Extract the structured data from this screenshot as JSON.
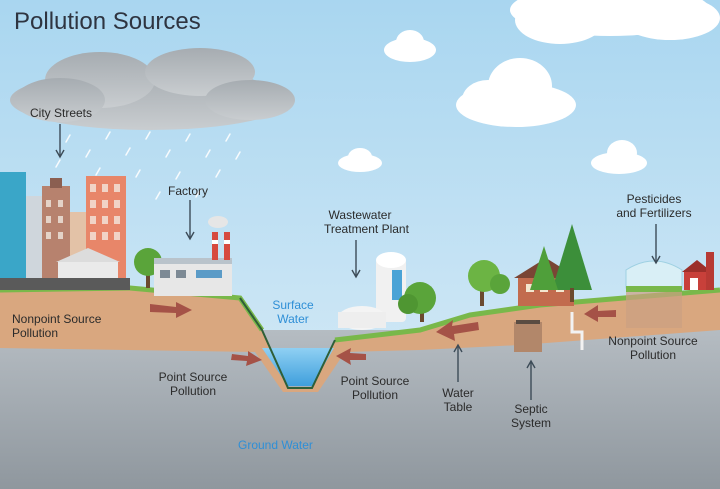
{
  "title": "Pollution Sources",
  "labels": {
    "city_streets": "City Streets",
    "factory": "Factory",
    "wastewater_line1": "Wastewater",
    "wastewater_line2": "Treatment Plant",
    "pesticides_line1": "Pesticides",
    "pesticides_line2": "and Fertilizers",
    "surface_water_line1": "Surface",
    "surface_water_line2": "Water",
    "nonpoint_left_line1": "Nonpoint Source",
    "nonpoint_left_line2": "Pollution",
    "point_left_line1": "Point Source",
    "point_left_line2": "Pollution",
    "point_right_line1": "Point Source",
    "point_right_line2": "Pollution",
    "water_table_line1": "Water",
    "water_table_line2": "Table",
    "septic_line1": "Septic",
    "septic_line2": "System",
    "nonpoint_right_line1": "Nonpoint Source",
    "nonpoint_right_line2": "Pollution",
    "ground_water": "Ground Water"
  },
  "colors": {
    "sky": "#bfe0f3",
    "ground": "#9aa3ab",
    "soil": "#d9a77f",
    "grass": "#79b84a",
    "water": "#62b6e8",
    "arrow": "#a55247",
    "accent_blue": "#2f8fd6"
  }
}
